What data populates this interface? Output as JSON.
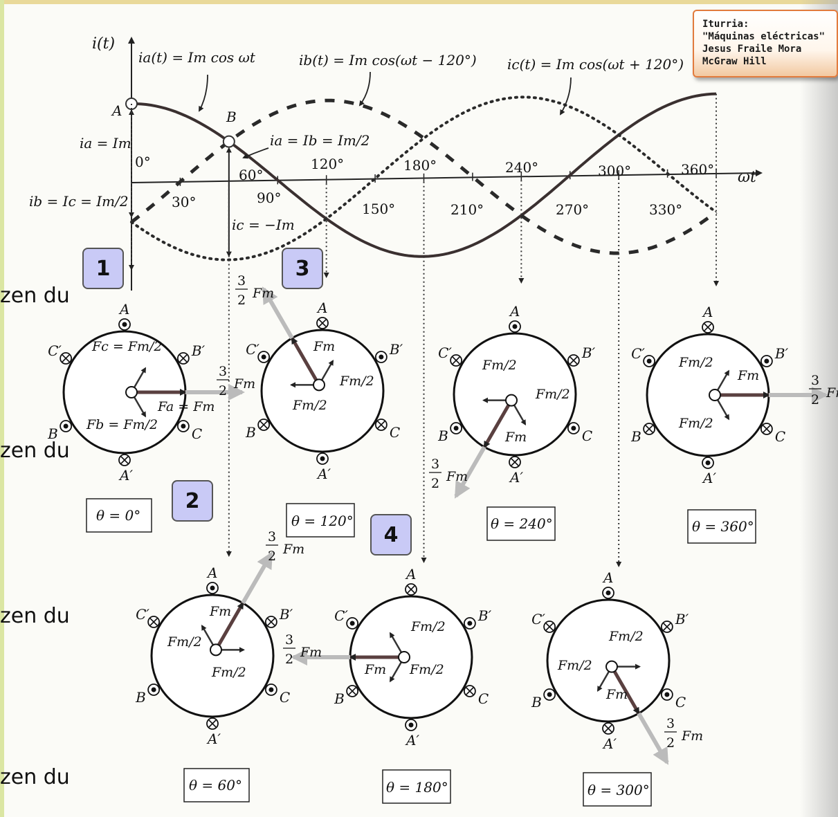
{
  "credit": {
    "line1": "Iturria:",
    "line2": "\"Máquinas eléctricas\"",
    "line3": "Jesus Fraile Mora",
    "line4": "McGraw Hill"
  },
  "badges": [
    "1",
    "2",
    "3",
    "4"
  ],
  "edge_text": "zen du",
  "plot": {
    "y_axis_label": "i(t)",
    "x_axis_label": "ωt",
    "eq_a": "i",
    "eq_a_full": "ia(t) = Im cos ωt",
    "eq_b_full": "ib(t) = Im cos(ωt − 120°)",
    "eq_c_full": "ic(t) = Im cos(ωt + 120°)",
    "label_ia": "ia = Im",
    "label_ibc": "ib = Ic = Im/2",
    "label_iaib": "ia = Ib = Im/2",
    "label_ic": "ic = −Im",
    "point_A": "A",
    "point_B": "B",
    "angle_0": "0°",
    "angle_60": "60°",
    "ticks_top": [
      "120°",
      "180°",
      "240°",
      "300°",
      "360°"
    ],
    "ticks_bottom": [
      "30°",
      "90°",
      "150°",
      "210°",
      "270°",
      "330°"
    ],
    "magnitude": "3/2 Fm"
  },
  "phasor_diagrams": [
    {
      "theta": "θ = 0°"
    },
    {
      "theta": "θ = 120°"
    },
    {
      "theta": "θ = 240°"
    },
    {
      "theta": "θ = 360°"
    },
    {
      "theta": "θ = 60°"
    },
    {
      "theta": "θ = 180°"
    },
    {
      "theta": "θ = 300°"
    }
  ],
  "terminals": [
    "A",
    "A′",
    "B",
    "B′",
    "C",
    "C′"
  ],
  "vector_labels": {
    "fc": "Fc = Fm/2",
    "fb": "Fb = Fm/2",
    "fa": "Fa = Fm",
    "fm": "Fm",
    "fm2": "Fm/2",
    "three_half": "3",
    "two": "2"
  }
}
